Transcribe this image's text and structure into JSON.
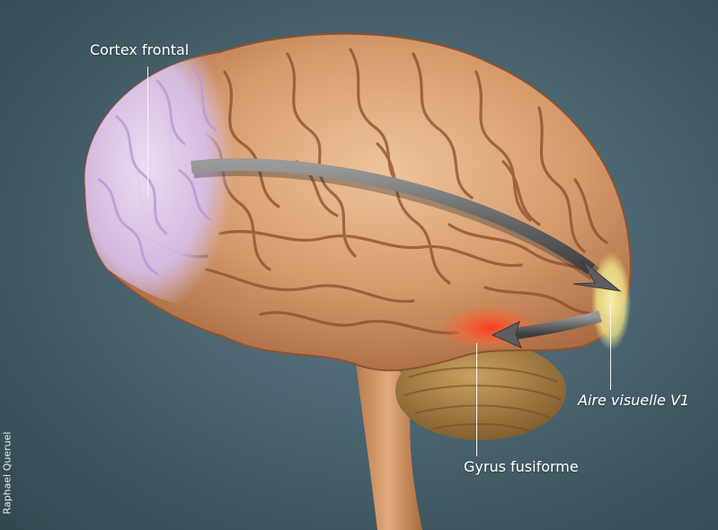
{
  "labels": {
    "frontal": "Cortex frontal",
    "v1": "Aire visuelle V1",
    "fusiform": "Gyrus fusiforme"
  },
  "credit": "Raphael Queruel",
  "colors": {
    "background": "#4a6470",
    "brain": "#d69a6c",
    "brain_shadow": "#9c5f38",
    "frontal_highlight": "#d9c4ef",
    "v1_highlight": "#f2ec9a",
    "fusiform_highlight": "#f2472a",
    "cerebellum": "#a3793d",
    "arrow": "#6b6b6b"
  },
  "icons": [
    "frontal-to-v1-arrow",
    "v1-to-fusiform-arrow"
  ]
}
